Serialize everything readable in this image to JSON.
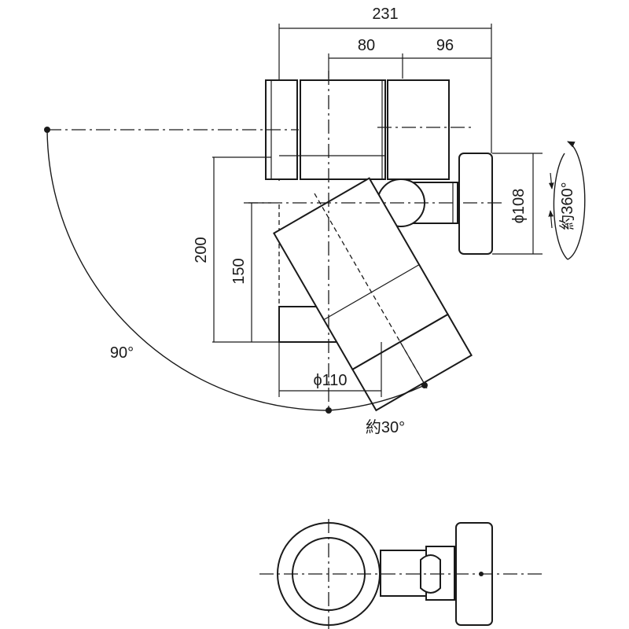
{
  "dimensions": {
    "overall_width": "231",
    "offset_width": "80",
    "base_width": "96",
    "height_total": "200",
    "height_body": "150",
    "body_diameter": "ϕ110",
    "base_diameter": "ϕ108",
    "rotation_label": "約360°",
    "tilt_swing": "90°",
    "tilt_limit": "約30°"
  },
  "colors": {
    "line": "#1a1a1a",
    "background": "#ffffff"
  }
}
